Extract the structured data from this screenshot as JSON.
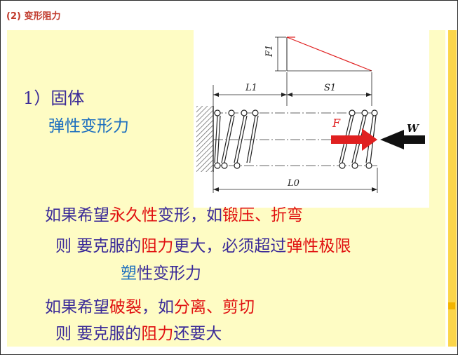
{
  "header": {
    "title": "(2) 变形阻力"
  },
  "colors": {
    "panel_bg": "#fefcc4",
    "accent_strip": "#fbd54a",
    "emphasis": "#e01010",
    "body_text": "#3a2a98",
    "highlight_blue": "#1d6fbf",
    "force_arrow": "#e02020"
  },
  "content": {
    "heading": "1）固体",
    "elastic_label": "弹性变形力",
    "line1": {
      "a": "如果希望",
      "b": "永久性",
      "c": "变形，如",
      "d": "锻压、折弯"
    },
    "line2": {
      "a": "则 要克服的",
      "b": "阻力",
      "c": "更大，必须超过",
      "d": "弹性极限"
    },
    "line3": {
      "a": "塑",
      "b": "性变形力"
    },
    "line4": {
      "a": "如果希望",
      "b": "破裂",
      "c": "，如",
      "d": "分离、剪切"
    },
    "line5": {
      "a": "则 要克服的",
      "b": "阻力",
      "c": "还要大"
    }
  },
  "diagram": {
    "label_F1": "F1",
    "label_L1": "L1",
    "label_S1": "S1",
    "label_F": "F",
    "label_W": "W",
    "label_L0": "L0"
  }
}
